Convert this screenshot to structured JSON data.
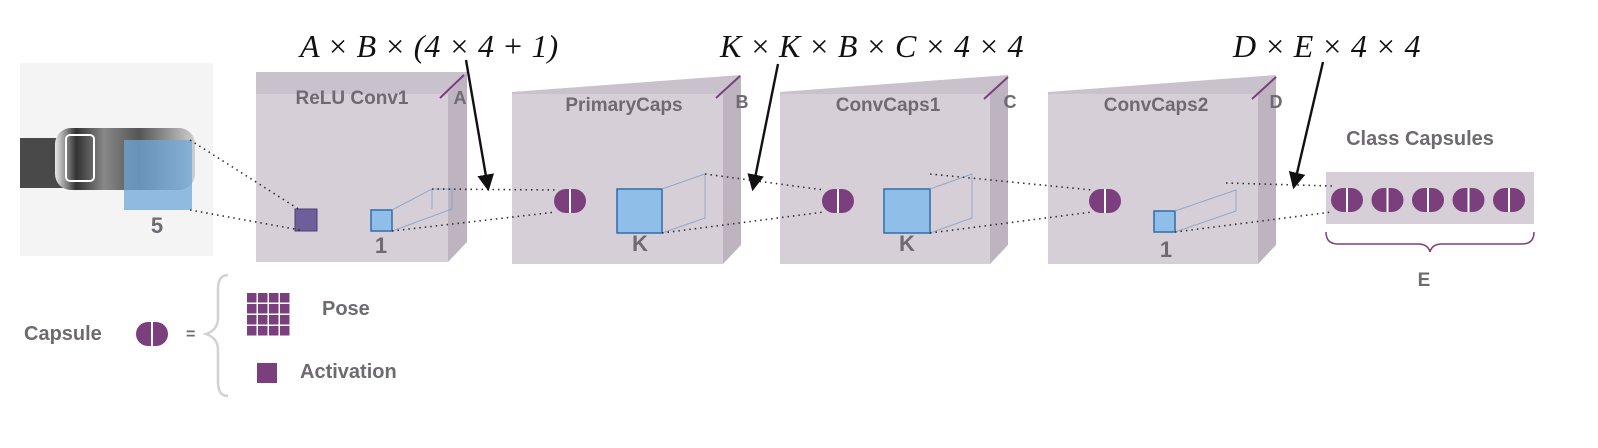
{
  "formulas": {
    "f1": "A × B × (4 × 4 + 1)",
    "f2": "K × K × B × C × 4 × 4",
    "f3": "D × E × 4 × 4"
  },
  "layers": [
    {
      "name": "ReLU Conv1",
      "dim": "A",
      "kernel": "1"
    },
    {
      "name": "PrimaryCaps",
      "dim": "B",
      "kernel": "K"
    },
    {
      "name": "ConvCaps1",
      "dim": "C",
      "kernel": "K"
    },
    {
      "name": "ConvCaps2",
      "dim": "D",
      "kernel": "1"
    }
  ],
  "input": {
    "kernel": "5"
  },
  "class_capsules": {
    "title": "Class Capsules",
    "dim": "E",
    "count": 5
  },
  "legend": {
    "capsule": "Capsule",
    "equals": "=",
    "pose": "Pose",
    "activation": "Activation"
  },
  "colors": {
    "layer_block": "#d6cfd8",
    "capsule": "#7b3f7e",
    "receptive_field": "#8fbfe8",
    "activation": "#7b3f7e",
    "text": "#6f6a72"
  }
}
